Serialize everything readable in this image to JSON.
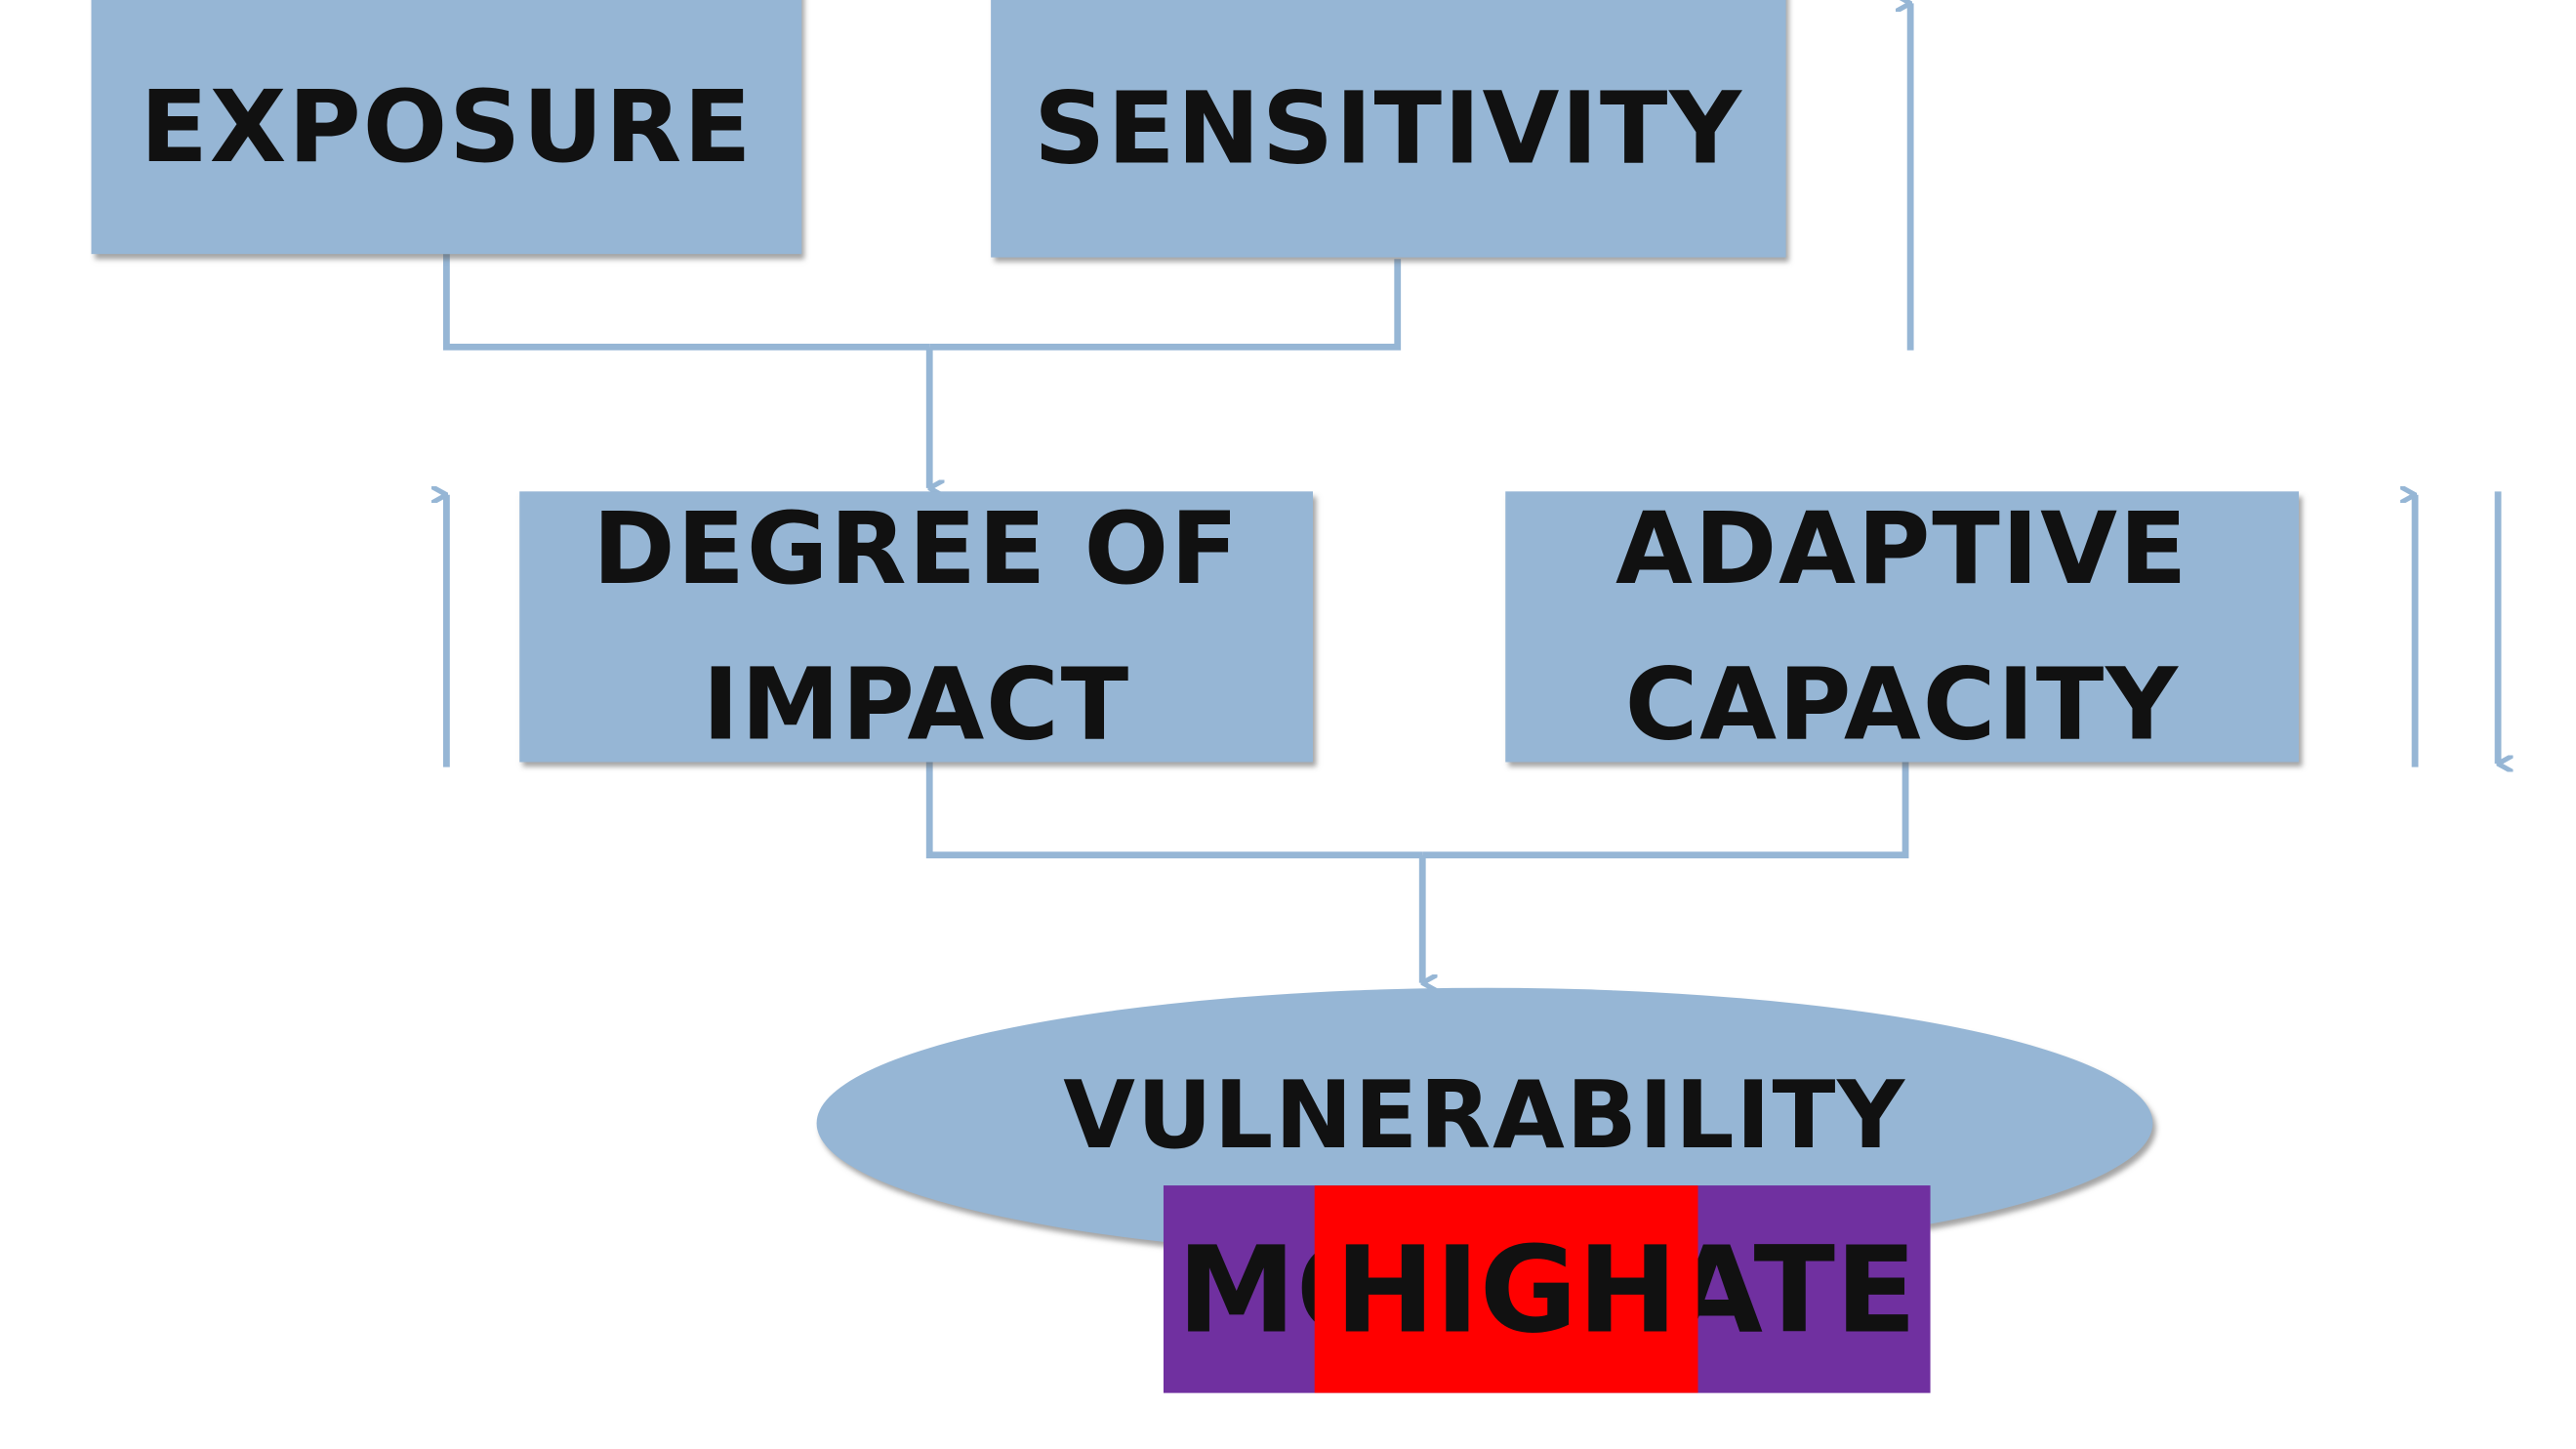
{
  "diagram": {
    "nodes": {
      "exposure": "EXPOSURE",
      "sensitivity": "SENSITIVITY",
      "impact_line1": "DEGREE OF",
      "impact_line2": "IMPACT",
      "adaptive_line1": "ADAPTIVE",
      "adaptive_line2": "CAPACITY",
      "vulnerability": "VULNERABILITY"
    },
    "rating": {
      "under_label": "MODERATE",
      "top_label": "HIGH"
    },
    "edges": [
      {
        "from": "EXPOSURE",
        "to": "DEGREE OF IMPACT"
      },
      {
        "from": "SENSITIVITY",
        "to": "DEGREE OF IMPACT"
      },
      {
        "from": "DEGREE OF IMPACT",
        "to": "VULNERABILITY"
      },
      {
        "from": "ADAPTIVE CAPACITY",
        "to": "VULNERABILITY"
      }
    ],
    "indicator_arrows": [
      {
        "beside": "SENSITIVITY",
        "direction": "up"
      },
      {
        "beside": "DEGREE OF IMPACT",
        "direction": "up"
      },
      {
        "beside": "ADAPTIVE CAPACITY",
        "direction": "up"
      },
      {
        "beside": "ADAPTIVE CAPACITY",
        "direction": "down"
      }
    ],
    "colors": {
      "node_fill": "#96b6d5",
      "connector": "#96b6d5",
      "rating_moderate": "#7030a0",
      "rating_high": "#ff0000",
      "text": "#111111"
    }
  }
}
